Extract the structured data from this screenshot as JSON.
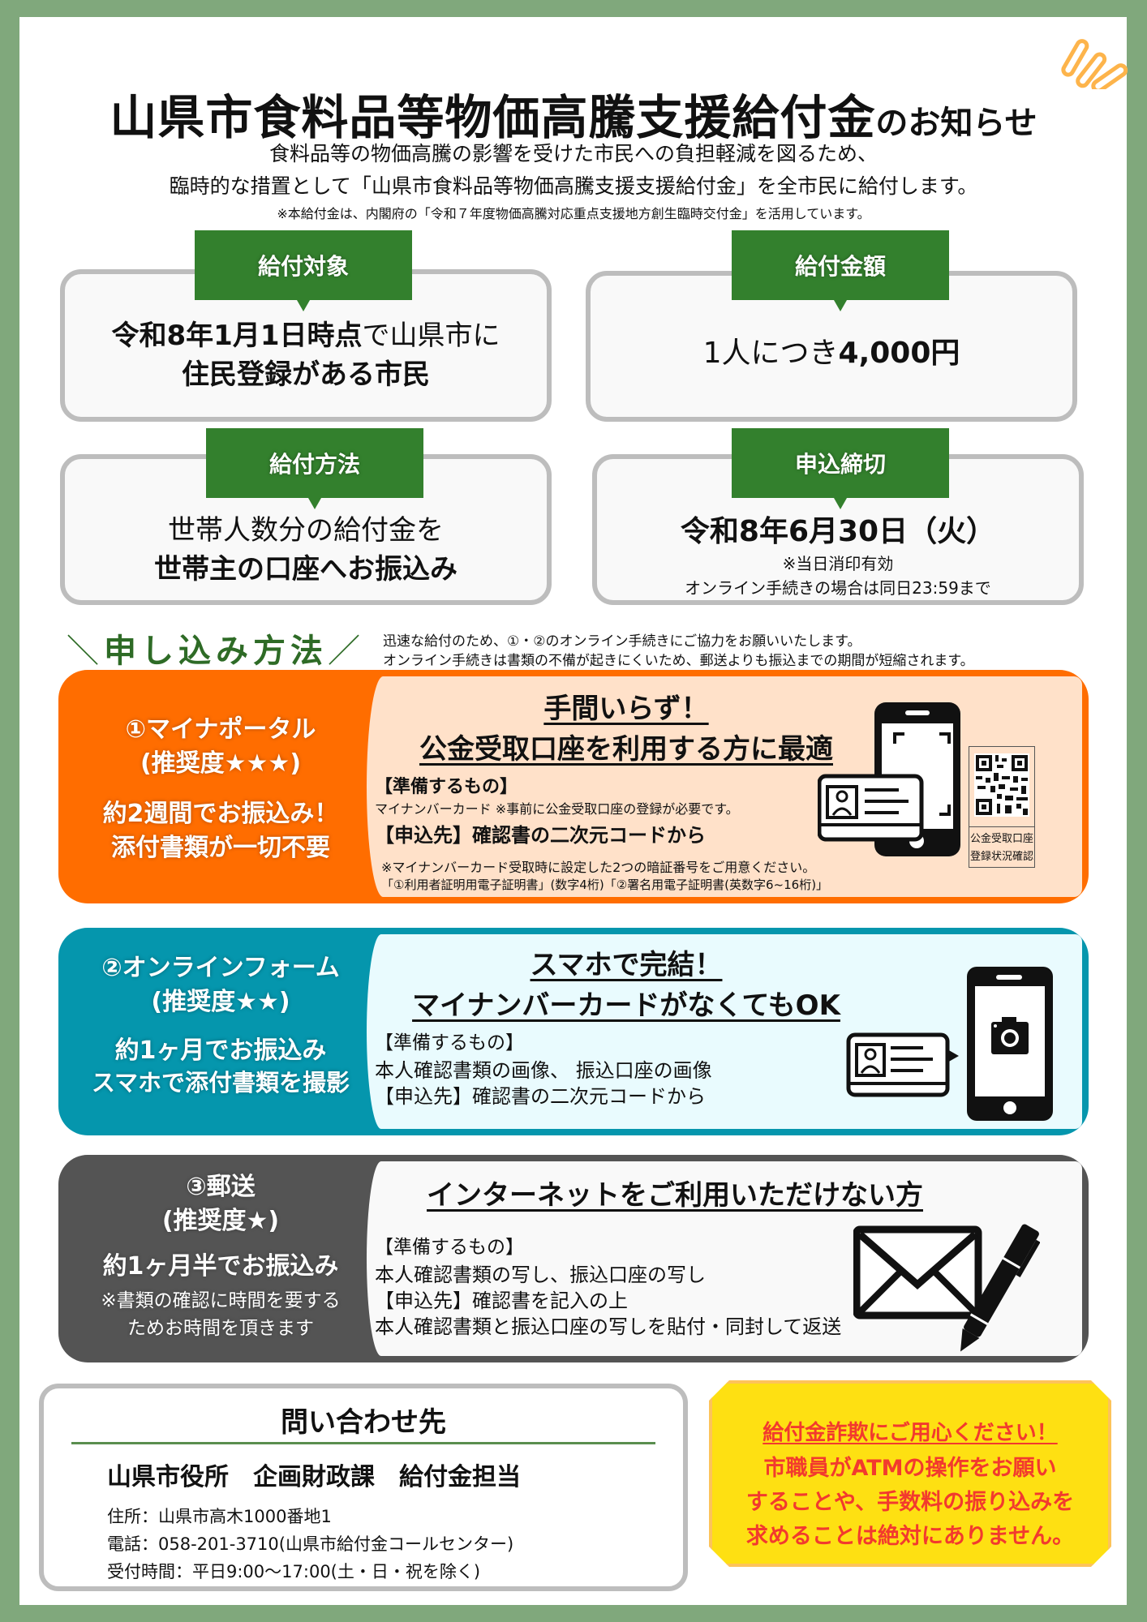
{
  "colors": {
    "frame": "#80a87c",
    "tag_green": "#33802d",
    "method1": "#ff6d00",
    "method1_light": "#ffe1c9",
    "method2": "#0596ad",
    "method2_light": "#e9fbfe",
    "method3": "#545454",
    "method3_light": "#f9f9f9",
    "warning_bg": "#fee012",
    "warning_text": "#f23a2e"
  },
  "header": {
    "title_main": "山県市食料品等物価高騰支援給付金",
    "title_suffix": "のお知らせ",
    "lead_line1": "食料品等の物価高騰の影響を受けた市民への負担軽減を図るため、",
    "lead_line2": "臨時的な措置として「山県市食料品等物価高騰支援支援給付金」を全市民に給付します。",
    "note": "※本給付金は、内閣府の「令和７年度物価高騰対応重点支援地方創生臨時交付金」を活用しています。"
  },
  "info": {
    "target": {
      "tag": "給付対象",
      "line1_bold": "令和8年1月1日時点",
      "line1_rest": "で山県市に",
      "line2": "住民登録がある市民"
    },
    "amount": {
      "tag": "給付金額",
      "prefix": "1人につき",
      "value": "4,000円"
    },
    "method": {
      "tag": "給付方法",
      "line1": "世帯人数分の給付金を",
      "line2": "世帯主の口座へお振込み"
    },
    "deadline": {
      "tag": "申込締切",
      "date": "令和8年6月30日（火）",
      "note1": "※当日消印有効",
      "note2": "オンライン手続きの場合は同日23:59まで"
    }
  },
  "howto": {
    "heading": "申し込み方法",
    "note_line1": "迅速な給付のため、①・②のオンライン手続きにご協力をお願いいたします。",
    "note_line2": "オンライン手続きは書類の不備が起きにくいため、郵送よりも振込までの期間が短縮されます。"
  },
  "methods": [
    {
      "name": "①マイナポータル",
      "rating": "(推奨度★★★)",
      "speed_line1": "約2週間でお振込み！",
      "speed_line2": "添付書類が一切不要",
      "headline1": "手間いらず！",
      "headline2": "公金受取口座を利用する方に最適",
      "prepare_label": "【準備するもの】",
      "prepare_item": "マイナンバーカード",
      "prepare_note": "※事前に公金受取口座の登録が必要です。",
      "apply": "【申込先】確認書の二次元コードから",
      "pin_note1": "※マイナンバーカード受取時に設定した2つの暗証番号をご用意ください。",
      "pin_note2": "「①利用者証明用電子証明書」(数字4桁)「②署名用電子証明書(英数字6~16桁)」",
      "qr_caption_line1": "公金受取口座",
      "qr_caption_line2": "登録状況確認"
    },
    {
      "name": "②オンラインフォーム",
      "rating": "(推奨度★★)",
      "speed_line1": "約1ヶ月でお振込み",
      "speed_line2": "スマホで添付書類を撮影",
      "headline1": "スマホで完結！",
      "headline2": "マイナンバーカードがなくてもOK",
      "prepare_label": "【準備するもの】",
      "prepare_item": "本人確認書類の画像、 振込口座の画像",
      "apply": "【申込先】確認書の二次元コードから"
    },
    {
      "name": "③郵送",
      "rating": "(推奨度★)",
      "speed_line1": "約1ヶ月半でお振込み",
      "speed_note1": "※書類の確認に時間を要する",
      "speed_note2": "ためお時間を頂きます",
      "headline1": "インターネットをご利用いただけない方",
      "prepare_label": "【準備するもの】",
      "prepare_item": "本人確認書類の写し、振込口座の写し",
      "apply": "【申込先】確認書を記入の上",
      "apply2": "本人確認書類と振込口座の写しを貼付・同封して返送"
    }
  ],
  "contact": {
    "heading": "問い合わせ先",
    "office": "山県市役所　企画財政課　給付金担当",
    "address": "住所：山県市高木1000番地1",
    "phone": "電話：058-201-3710(山県市給付金コールセンター)",
    "hours": "受付時間：平日9:00～17:00(土・日・祝を除く)"
  },
  "warning": {
    "heading": "給付金詐欺にご用心ください！",
    "line1": "市職員がATMの操作をお願い",
    "line2": "することや、手数料の振り込みを",
    "line3": "求めることは絶対にありません。"
  }
}
